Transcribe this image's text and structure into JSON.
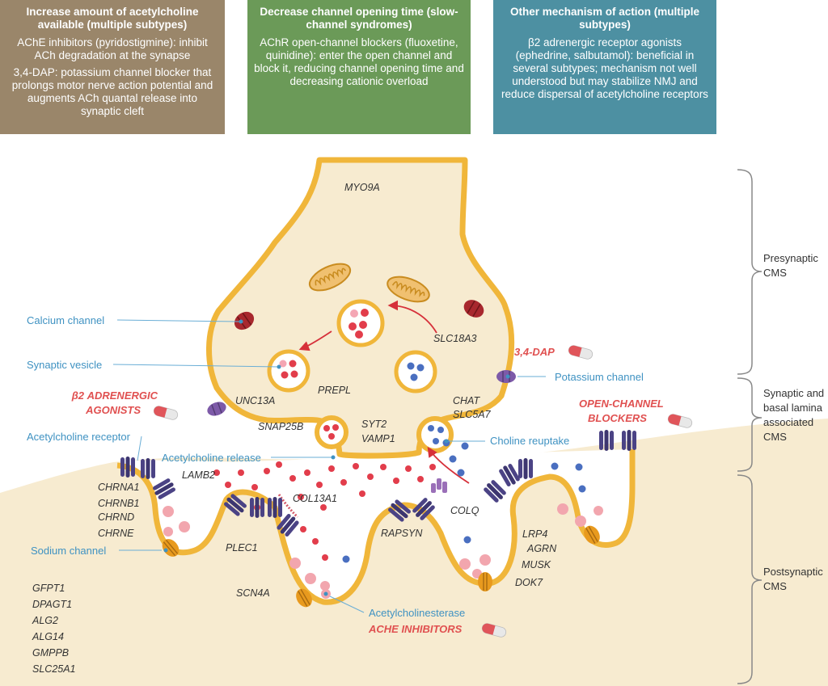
{
  "boxes": [
    {
      "title": "Increase amount of acetylcholine available (multiple subtypes)",
      "paragraphs": [
        "AChE inhibitors (pyridostigmine): inhibit ACh degradation at the synapse",
        "3,4-DAP: potassium channel blocker that prolongs motor nerve action potential and augments ACh quantal release into synaptic cleft"
      ],
      "color": "#9a866a"
    },
    {
      "title": "Decrease channel opening time (slow-channel syndromes)",
      "paragraphs": [
        "AChR open-channel blockers (fluoxetine, quinidine): enter the open channel and block it, reducing channel opening time and decreasing cationic overload"
      ],
      "color": "#6b9a58"
    },
    {
      "title": "Other mechanism of action (multiple subtypes)",
      "paragraphs": [
        "β2 adrenergic receptor agonists (ephedrine, salbutamol): beneficial in several subtypes; mechanism not well understood but may stabilize NMJ and reduce dispersal of acetylcholine receptors"
      ],
      "color": "#4d90a2"
    }
  ],
  "genes": {
    "myo9a": "MYO9A",
    "slc18a3": "SLC18A3",
    "prepl": "PREPL",
    "unc13a": "UNC13A",
    "snap25b": "SNAP25B",
    "syt2": "SYT2",
    "vamp1": "VAMP1",
    "chat": "CHAT",
    "slc5a7": "SLC5A7",
    "lamb2": "LAMB2",
    "col13a1": "COL13A1",
    "colq": "COLQ",
    "rapsyn": "RAPSYN",
    "plec1": "PLEC1",
    "scn4a": "SCN4A",
    "lrp4": "LRP4",
    "agrn": "AGRN",
    "musk": "MUSK",
    "dok7": "DOK7",
    "chrna1": "CHRNA1",
    "chrnb1": "CHRNB1",
    "chrnd": "CHRND",
    "chrne": "CHRNE",
    "gfpt1": "GFPT1",
    "dpagt1": "DPAGT1",
    "alg2": "ALG2",
    "alg14": "ALG14",
    "gmppb": "GMPPB",
    "slc25a1": "SLC25A1"
  },
  "labels": {
    "calcium_channel": "Calcium channel",
    "synaptic_vesicle": "Synaptic vesicle",
    "potassium_channel": "Potassium channel",
    "acetylcholine_receptor": "Acetylcholine receptor",
    "acetylcholine_release": "Acetylcholine release",
    "choline_reuptake": "Choline reuptake",
    "sodium_channel": "Sodium channel",
    "acetylcholinesterase": "Acetylcholinesterase"
  },
  "drugs": {
    "dap": "3,4-DAP",
    "b2_line1": "β2 ADRENERGIC",
    "b2_line2": "AGONISTS",
    "ocb_line1": "OPEN-CHANNEL",
    "ocb_line2": "BLOCKERS",
    "ache": "ACHE INHIBITORS"
  },
  "cms": {
    "presynaptic_1": "Presynaptic",
    "presynaptic_2": "CMS",
    "synaptic_1": "Synaptic and",
    "synaptic_2": "basal lamina",
    "synaptic_3": "associated",
    "synaptic_4": "CMS",
    "postsynaptic_1": "Postsynaptic",
    "postsynaptic_2": "CMS"
  },
  "colors": {
    "membrane": "#f0b63a",
    "cytoplasm": "#f7ebd0",
    "ach": "#e23d4b",
    "choline": "#4a6fc0",
    "receptor": "#4b4385",
    "calcium": "#a8282e",
    "potassium": "#7d5aa8",
    "sodium": "#e89a1e",
    "label": "#3f92c2",
    "drug": "#e05050"
  }
}
